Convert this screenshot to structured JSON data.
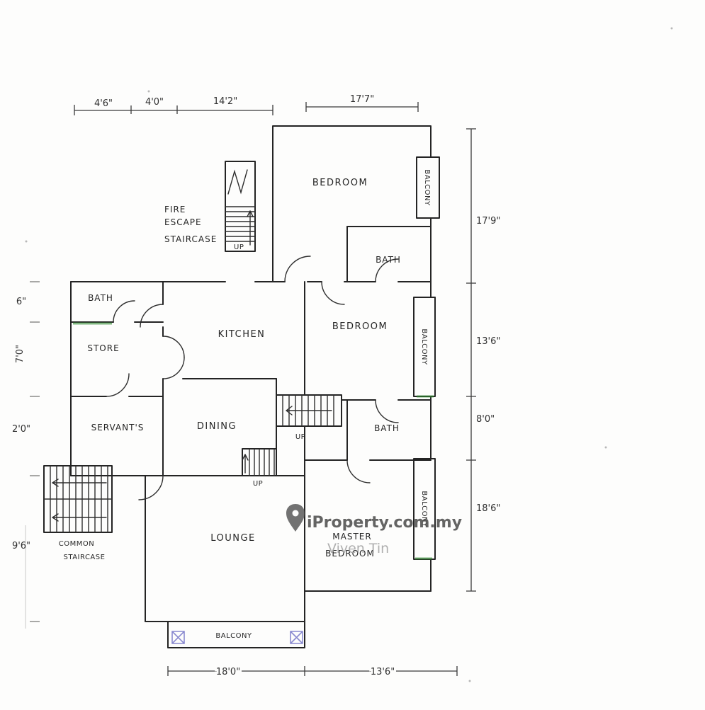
{
  "plan": {
    "rooms": {
      "bedroom_top": "BEDROOM",
      "bedroom_mid": "BEDROOM",
      "master_line1": "MASTER",
      "master_line2": "BEDROOM",
      "kitchen": "KITCHEN",
      "dining": "DINING",
      "lounge": "LOUNGE",
      "store": "STORE",
      "servants": "SERVANT'S",
      "bath_top": "BATH",
      "bath_left": "BATH",
      "bath_mid": "BATH",
      "balcony_top": "BALCONY",
      "balcony_mid": "BALCONY",
      "balcony_low": "BALCONY",
      "balcony_bottom": "BALCONY",
      "fire_line1": "FIRE",
      "fire_line2": "ESCAPE",
      "fire_line3": "STAIRCASE",
      "common_line1": "COMMON",
      "common_line2": "STAIRCASE",
      "up": "UP"
    },
    "dimensions": {
      "top": [
        "4'6\"",
        "4'0\"",
        "14'2\"",
        "17'7\""
      ],
      "left": [
        "6\"",
        "7'0\"",
        "2'0\"",
        "9'6\""
      ],
      "right": [
        "17'9\"",
        "13'6\"",
        "8'0\"",
        "18'6\""
      ],
      "bottom": [
        "18'0\"",
        "13'6\""
      ]
    },
    "watermark": {
      "brand": "iProperty.com.my",
      "agent": "Viven Tin"
    }
  }
}
